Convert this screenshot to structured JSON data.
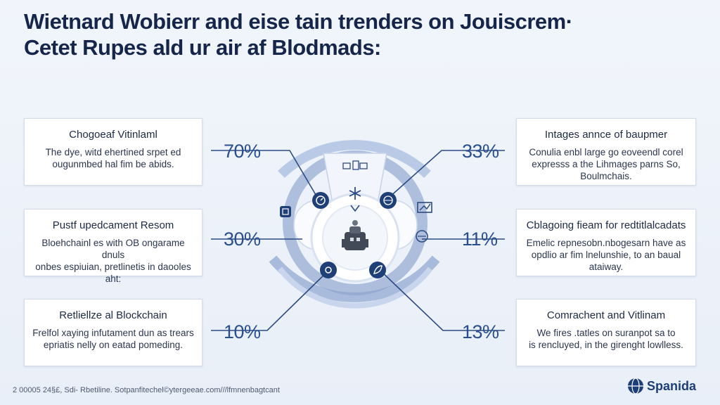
{
  "title": {
    "line1": "Wietnard Wobierr and eise tain trenders on Jouiscrem·",
    "line2": "Cetet Rupes ald ur air af Blodmads:"
  },
  "cards": {
    "top_left": {
      "title": "Chogoeaf Vitinlaml",
      "desc": "The dye, witd ehertined srpet ed\nougunmbed hal fim be abids.",
      "pct": "70%"
    },
    "mid_left": {
      "title": "Pustf upedcament Resom",
      "desc": "Bloehchainl es with OB ongarame dnuls\nonbes espiuian, pretlinetis in daooles aht:",
      "pct": "30%"
    },
    "bot_left": {
      "title": "Retliellze al Blockchain",
      "desc": "Frelfol xaying infutament dun as trears\nepriatis nelly on eatad pomeding.",
      "pct": "10%"
    },
    "top_right": {
      "title": "Intages annce of baupmer",
      "desc": "Conulia enbl large go eoveendl corel\nexpresss a the Lihmages parns So, Boulmchais.",
      "pct": "33%"
    },
    "mid_right": {
      "title": "Cblagoing fieam for redtitlalcadats",
      "desc": "Emelic repnesobn.nbogesarn have as\nopdlio ar fim lnelunshie, to an baual ataiway.",
      "pct": "11%"
    },
    "bot_right": {
      "title": "Comrachent and Vitlinam",
      "desc": "We fires .tatles on suranpot sa to\nis rencluyed, in the girenght lowlless.",
      "pct": "13%"
    }
  },
  "footer": "2 00005 24§£,  Sdi- Rbetiline.  Sotpanfitechel©ytergeeae.com///lfmnenbagtcant",
  "brand": "Spanida",
  "colors": {
    "accent": "#1f3f77",
    "ring": "#9fb4d6",
    "line": "#2c4b83",
    "card_border": "#d3dceb"
  },
  "icons": [
    "satellite-icon",
    "snowflake-icon",
    "clock-icon",
    "globe-icon",
    "tablet-icon",
    "chart-icon",
    "robot-icon",
    "camera-icon",
    "graph-icon",
    "brand-globe-icon"
  ]
}
